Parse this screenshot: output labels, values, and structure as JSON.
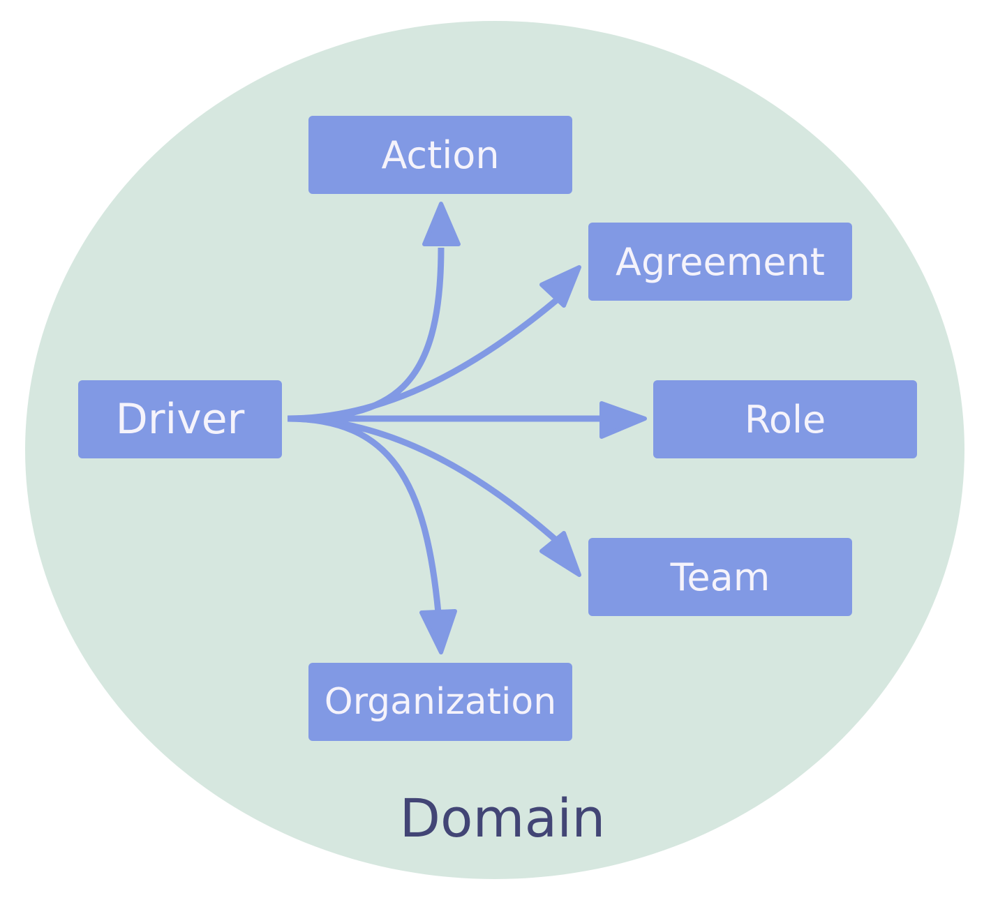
{
  "diagram": {
    "domain_label": "Domain",
    "source_node": "Driver",
    "target_nodes": [
      "Action",
      "Agreement",
      "Role",
      "Team",
      "Organization"
    ],
    "edges": [
      {
        "from": "Driver",
        "to": "Action"
      },
      {
        "from": "Driver",
        "to": "Agreement"
      },
      {
        "from": "Driver",
        "to": "Role"
      },
      {
        "from": "Driver",
        "to": "Team"
      },
      {
        "from": "Driver",
        "to": "Organization"
      }
    ],
    "colors": {
      "domain_fill": "#d6e7df",
      "node_fill": "#8199e4",
      "node_text": "#f5f3fb",
      "arrow": "#8199e4",
      "domain_text": "#424575"
    }
  }
}
